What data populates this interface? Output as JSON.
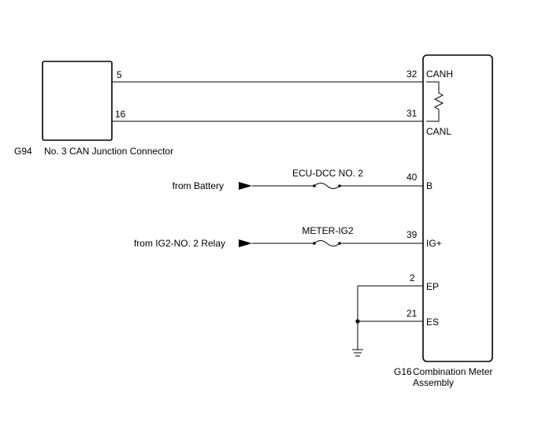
{
  "junction_connector": {
    "code": "G94",
    "name": "No. 3 CAN Junction Connector",
    "pins": {
      "canh": "5",
      "canl": "16"
    }
  },
  "meter": {
    "code": "G16",
    "name_line1": "Combination Meter",
    "name_line2": "Assembly",
    "pins": {
      "canh": {
        "num": "32",
        "label": "CANH"
      },
      "canl": {
        "num": "31",
        "label": "CANL"
      },
      "b": {
        "num": "40",
        "label": "B"
      },
      "ig": {
        "num": "39",
        "label": "IG+"
      },
      "ep": {
        "num": "2",
        "label": "EP"
      },
      "es": {
        "num": "21",
        "label": "ES"
      }
    }
  },
  "feeds": {
    "battery": {
      "source": "from Battery",
      "fuse": "ECU-DCC NO. 2"
    },
    "ig2": {
      "source": "from IG2-NO. 2 Relay",
      "fuse": "METER-IG2"
    }
  }
}
